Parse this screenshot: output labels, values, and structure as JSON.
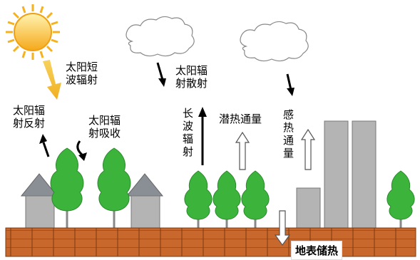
{
  "labels": {
    "solar_shortwave": [
      "太阳短",
      "波辐射"
    ],
    "solar_reflect": [
      "太阳辐",
      "射反射"
    ],
    "solar_absorb": [
      "太阳辐",
      "射吸收"
    ],
    "solar_scatter": [
      "太阳辐",
      "射散射"
    ],
    "longwave": "长波辐射",
    "latent_flux": "潜热通量",
    "sensible_flux": "感热通量",
    "ground_storage": "地表储热"
  },
  "colors": {
    "sun": "#f5b21e",
    "tree": "#3cb43c",
    "building": "#b4b4b4",
    "soil": "#c8682d"
  }
}
